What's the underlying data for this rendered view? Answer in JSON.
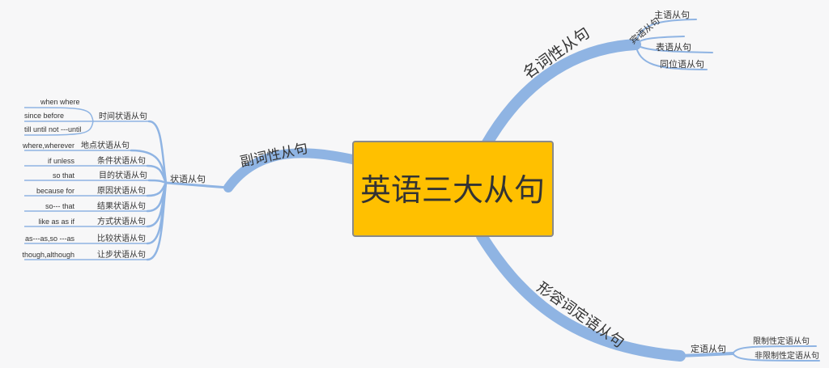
{
  "root": {
    "title": "英语三大从句",
    "fill": "#FFC000"
  },
  "branches": {
    "noun": {
      "label": "名词性从句",
      "children": [
        "主语从句",
        "宾语从句",
        "表语从句",
        "同位语从句"
      ]
    },
    "adverb": {
      "label": "副词性从句",
      "sub": "状语从句",
      "children": [
        {
          "label": "时间状语从句",
          "examples": [
            "when where",
            "since before",
            "till until not ---until"
          ]
        },
        {
          "label": "地点状语从句",
          "examples": [
            "where,wherever"
          ]
        },
        {
          "label": "条件状语从句",
          "examples": [
            "if unless"
          ]
        },
        {
          "label": "目的状语从句",
          "examples": [
            "so that"
          ]
        },
        {
          "label": "原因状语从句",
          "examples": [
            "because for"
          ]
        },
        {
          "label": "结果状语从句",
          "examples": [
            "so--- that"
          ]
        },
        {
          "label": "方式状语从句",
          "examples": [
            "like as as if"
          ]
        },
        {
          "label": "比较状语从句",
          "examples": [
            "as---as,so ---as"
          ]
        },
        {
          "label": "让步状语从句",
          "examples": [
            "though,although"
          ]
        }
      ]
    },
    "adjective": {
      "label": "形容词定语从句",
      "sub": "定语从句",
      "children": [
        "限制性定语从句",
        "非限制性定语从句"
      ]
    }
  },
  "colors": {
    "branch": "#8fb4e3",
    "root_border": "#8a8a8a"
  }
}
